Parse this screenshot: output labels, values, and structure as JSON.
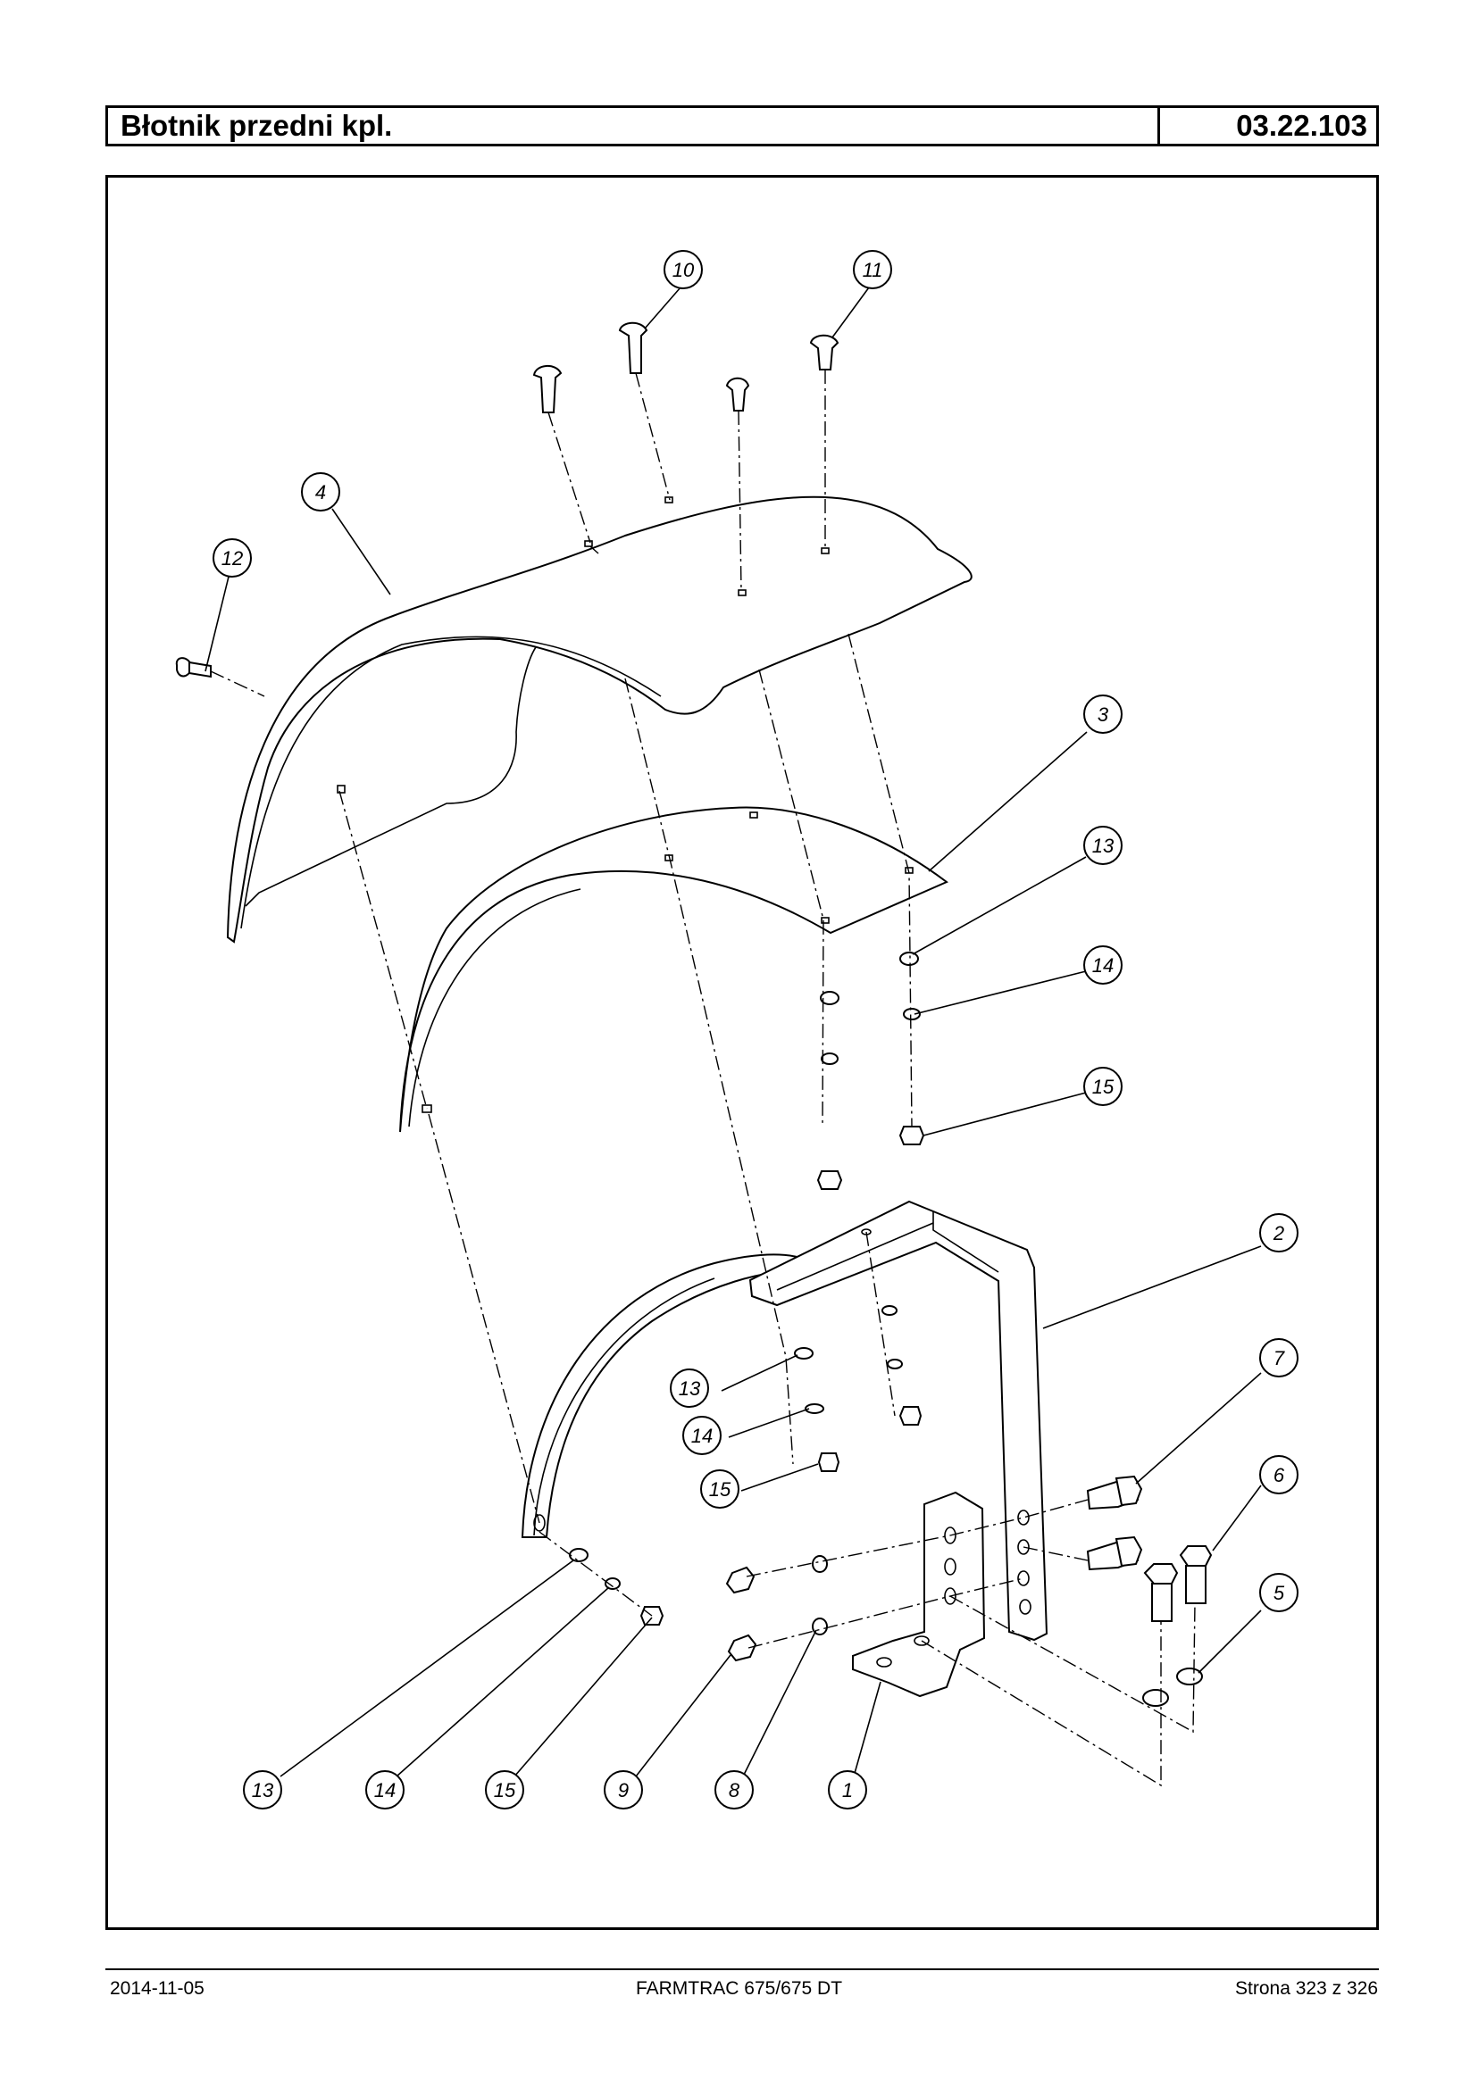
{
  "header": {
    "title": "Błotnik przedni kpl.",
    "code": "03.22.103"
  },
  "diagram": {
    "callouts": [
      "10",
      "11",
      "4",
      "12",
      "3",
      "13",
      "14",
      "15",
      "2",
      "13",
      "14",
      "15",
      "7",
      "6",
      "5",
      "13",
      "14",
      "15",
      "9",
      "8",
      "1"
    ]
  },
  "footer": {
    "date": "2014-11-05",
    "model": "FARMTRAC 675/675 DT",
    "page": "Strona 323 z 326"
  }
}
